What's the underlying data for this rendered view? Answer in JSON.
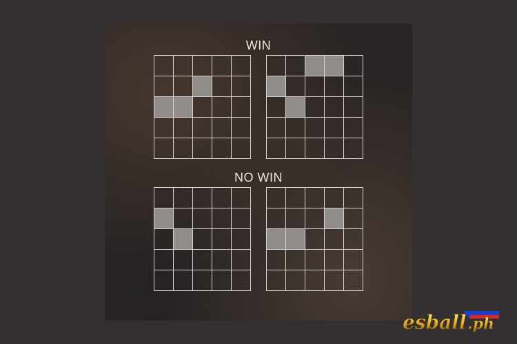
{
  "win": {
    "title": "WIN",
    "grids": [
      {
        "highlighted": [
          [
            1,
            2
          ],
          [
            2,
            0
          ],
          [
            2,
            1
          ]
        ]
      },
      {
        "highlighted": [
          [
            0,
            2
          ],
          [
            0,
            3
          ],
          [
            1,
            0
          ],
          [
            2,
            1
          ]
        ]
      }
    ]
  },
  "no_win": {
    "title": "NO WIN",
    "grids": [
      {
        "highlighted": [
          [
            1,
            0
          ],
          [
            2,
            1
          ]
        ]
      },
      {
        "highlighted": [
          [
            1,
            3
          ],
          [
            2,
            0
          ],
          [
            2,
            1
          ]
        ]
      }
    ]
  },
  "logo": {
    "text": "esball",
    "suffix": ".ph"
  },
  "colors": {
    "grid_line": "#d8d4d2",
    "highlight": "#8f8c8a",
    "background": "#343031"
  }
}
